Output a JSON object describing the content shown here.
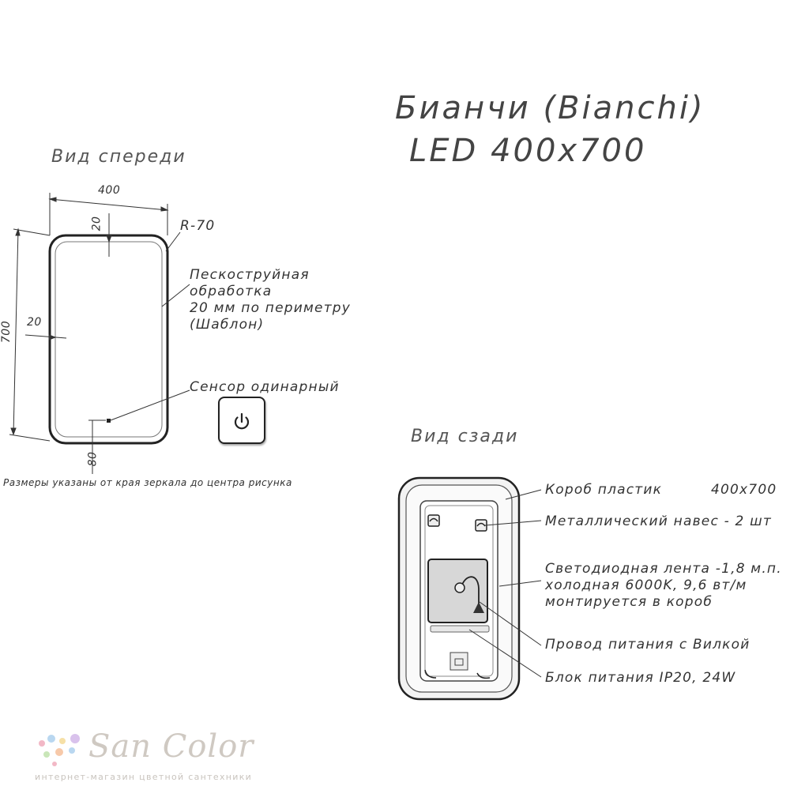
{
  "title": {
    "line1": "Бианчи (Bianchi)",
    "line2": "LED 400x700"
  },
  "front_view": {
    "heading": "Вид спереди",
    "dim_width": "400",
    "dim_height": "700",
    "dim_top_offset": "20",
    "dim_side_offset": "20",
    "dim_sensor_offset": "80",
    "radius": "R-70",
    "sandblast_label": [
      "Пескоструйная",
      "обработка",
      "20 мм по периметру",
      "(Шаблон)"
    ],
    "sensor_label": "Сенсор одинарный",
    "sensor_icon": "power-icon",
    "note": "Размеры указаны от края зеркала до центра рисунка"
  },
  "back_view": {
    "heading": "Вид сзади",
    "box_label": "Короб пластик",
    "box_size": "400x700",
    "hanger_label": "Металлический навес - 2 шт",
    "led_label": [
      "Светодиодная лента -1,8 м.п.",
      "холодная 6000K, 9,6 вт/м",
      "монтируется в короб"
    ],
    "cable_label": "Провод питания с Вилкой",
    "psu_label": "Блок питания IP20, 24W"
  },
  "logo": {
    "name": "San Color",
    "tagline": "интернет-магазин цветной сантехники",
    "dot_colors": [
      "#f2b8c6",
      "#b9d7f0",
      "#f6e0a6",
      "#c9e6b8",
      "#d9c2ec",
      "#f7c9a9"
    ]
  }
}
